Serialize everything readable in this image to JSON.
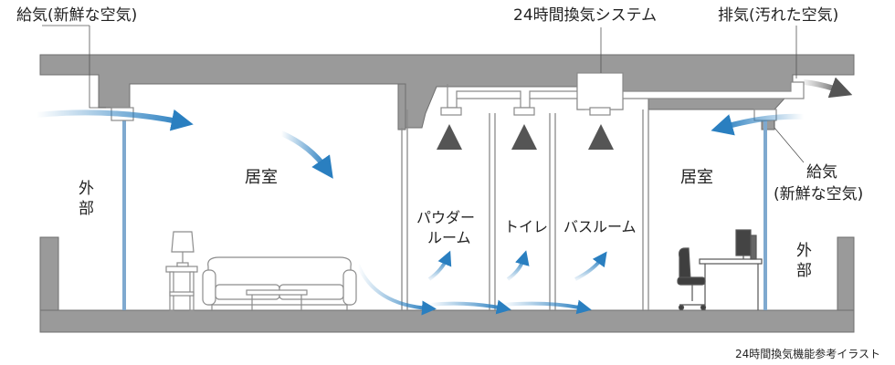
{
  "labels": {
    "top_left_supply": "給気(新鮮な空気)",
    "system_name": "24時間換気システム",
    "top_right_exhaust": "排気(汚れた空気)",
    "right_supply_line1": "給気",
    "right_supply_line2": "(新鮮な空気)",
    "outside_left": "外\n部",
    "outside_right": "外\n部",
    "living_room_left": "居室",
    "living_room_right": "居室",
    "powder_room_line1": "パウダー",
    "powder_room_line2": "ルーム",
    "toilet": "トイレ",
    "bathroom": "バスルーム",
    "caption": "24時間換気機能参考イラスト"
  },
  "colors": {
    "structure": "#9a9a9a",
    "blue_arrow": "#2a7fc0",
    "gray_arrow": "#6b6b6b",
    "furniture": "#8c8c8c"
  }
}
